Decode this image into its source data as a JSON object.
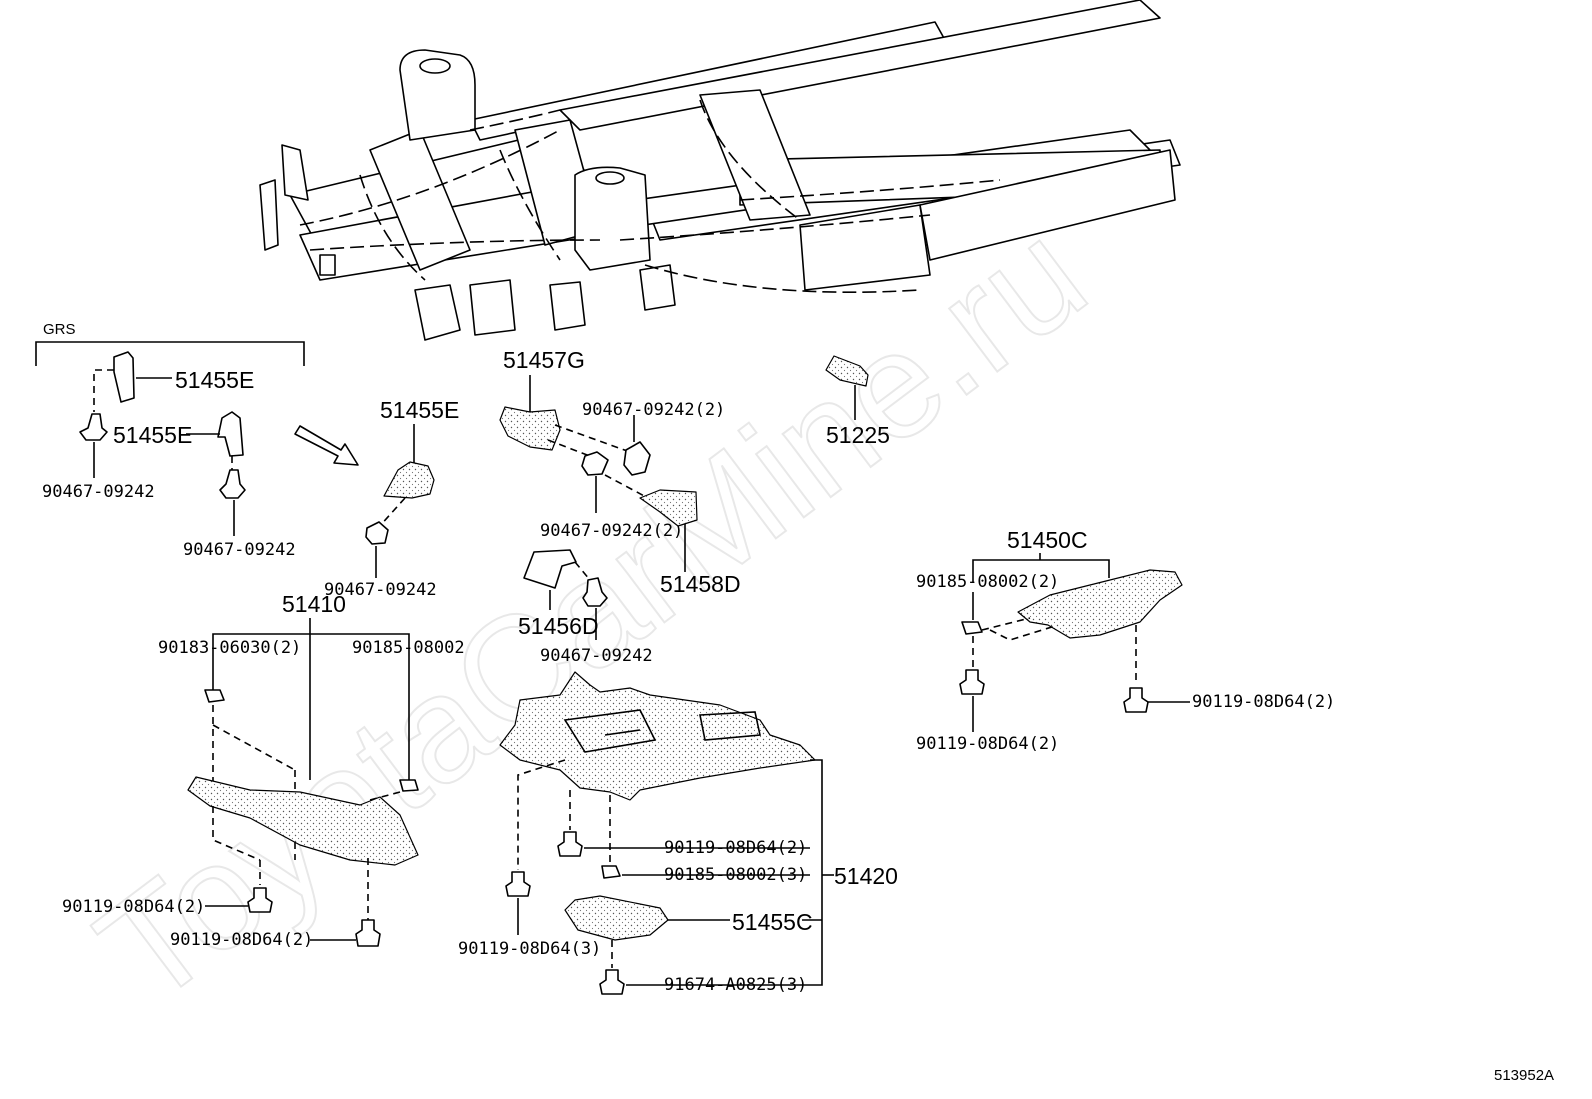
{
  "watermark": "ToyotaCarMine.ru",
  "group_label": "GRS",
  "diagram_code": "513952A",
  "labels": {
    "p51455E_a": "51455E",
    "p51455E_b": "51455E",
    "p51455E_c": "51455E",
    "clip_a": "90467-09242",
    "clip_b": "90467-09242",
    "clip_c": "90467-09242",
    "p51457G": "51457G",
    "clip_d": "90467-09242(2)",
    "clip_e": "90467-09242(2)",
    "p51458D": "51458D",
    "p51456D": "51456D",
    "clip_f": "90467-09242",
    "p51225": "51225",
    "p51410": "51410",
    "nut_a": "90183-06030(2)",
    "nut_b": "90185-08002",
    "bolt_a": "90119-08D64(2)",
    "bolt_b": "90119-08D64(2)",
    "p51420": "51420",
    "bolt_c": "90119-08D64(2)",
    "nut_c": "90185-08002(3)",
    "p51455C": "51455C",
    "bolt_d": "90119-08D64(3)",
    "bolt_e": "91674-A0825(3)",
    "p51450C": "51450C",
    "nut_d": "90185-08002(2)",
    "bolt_f": "90119-08D64(2)",
    "bolt_g": "90119-08D64(2)"
  }
}
